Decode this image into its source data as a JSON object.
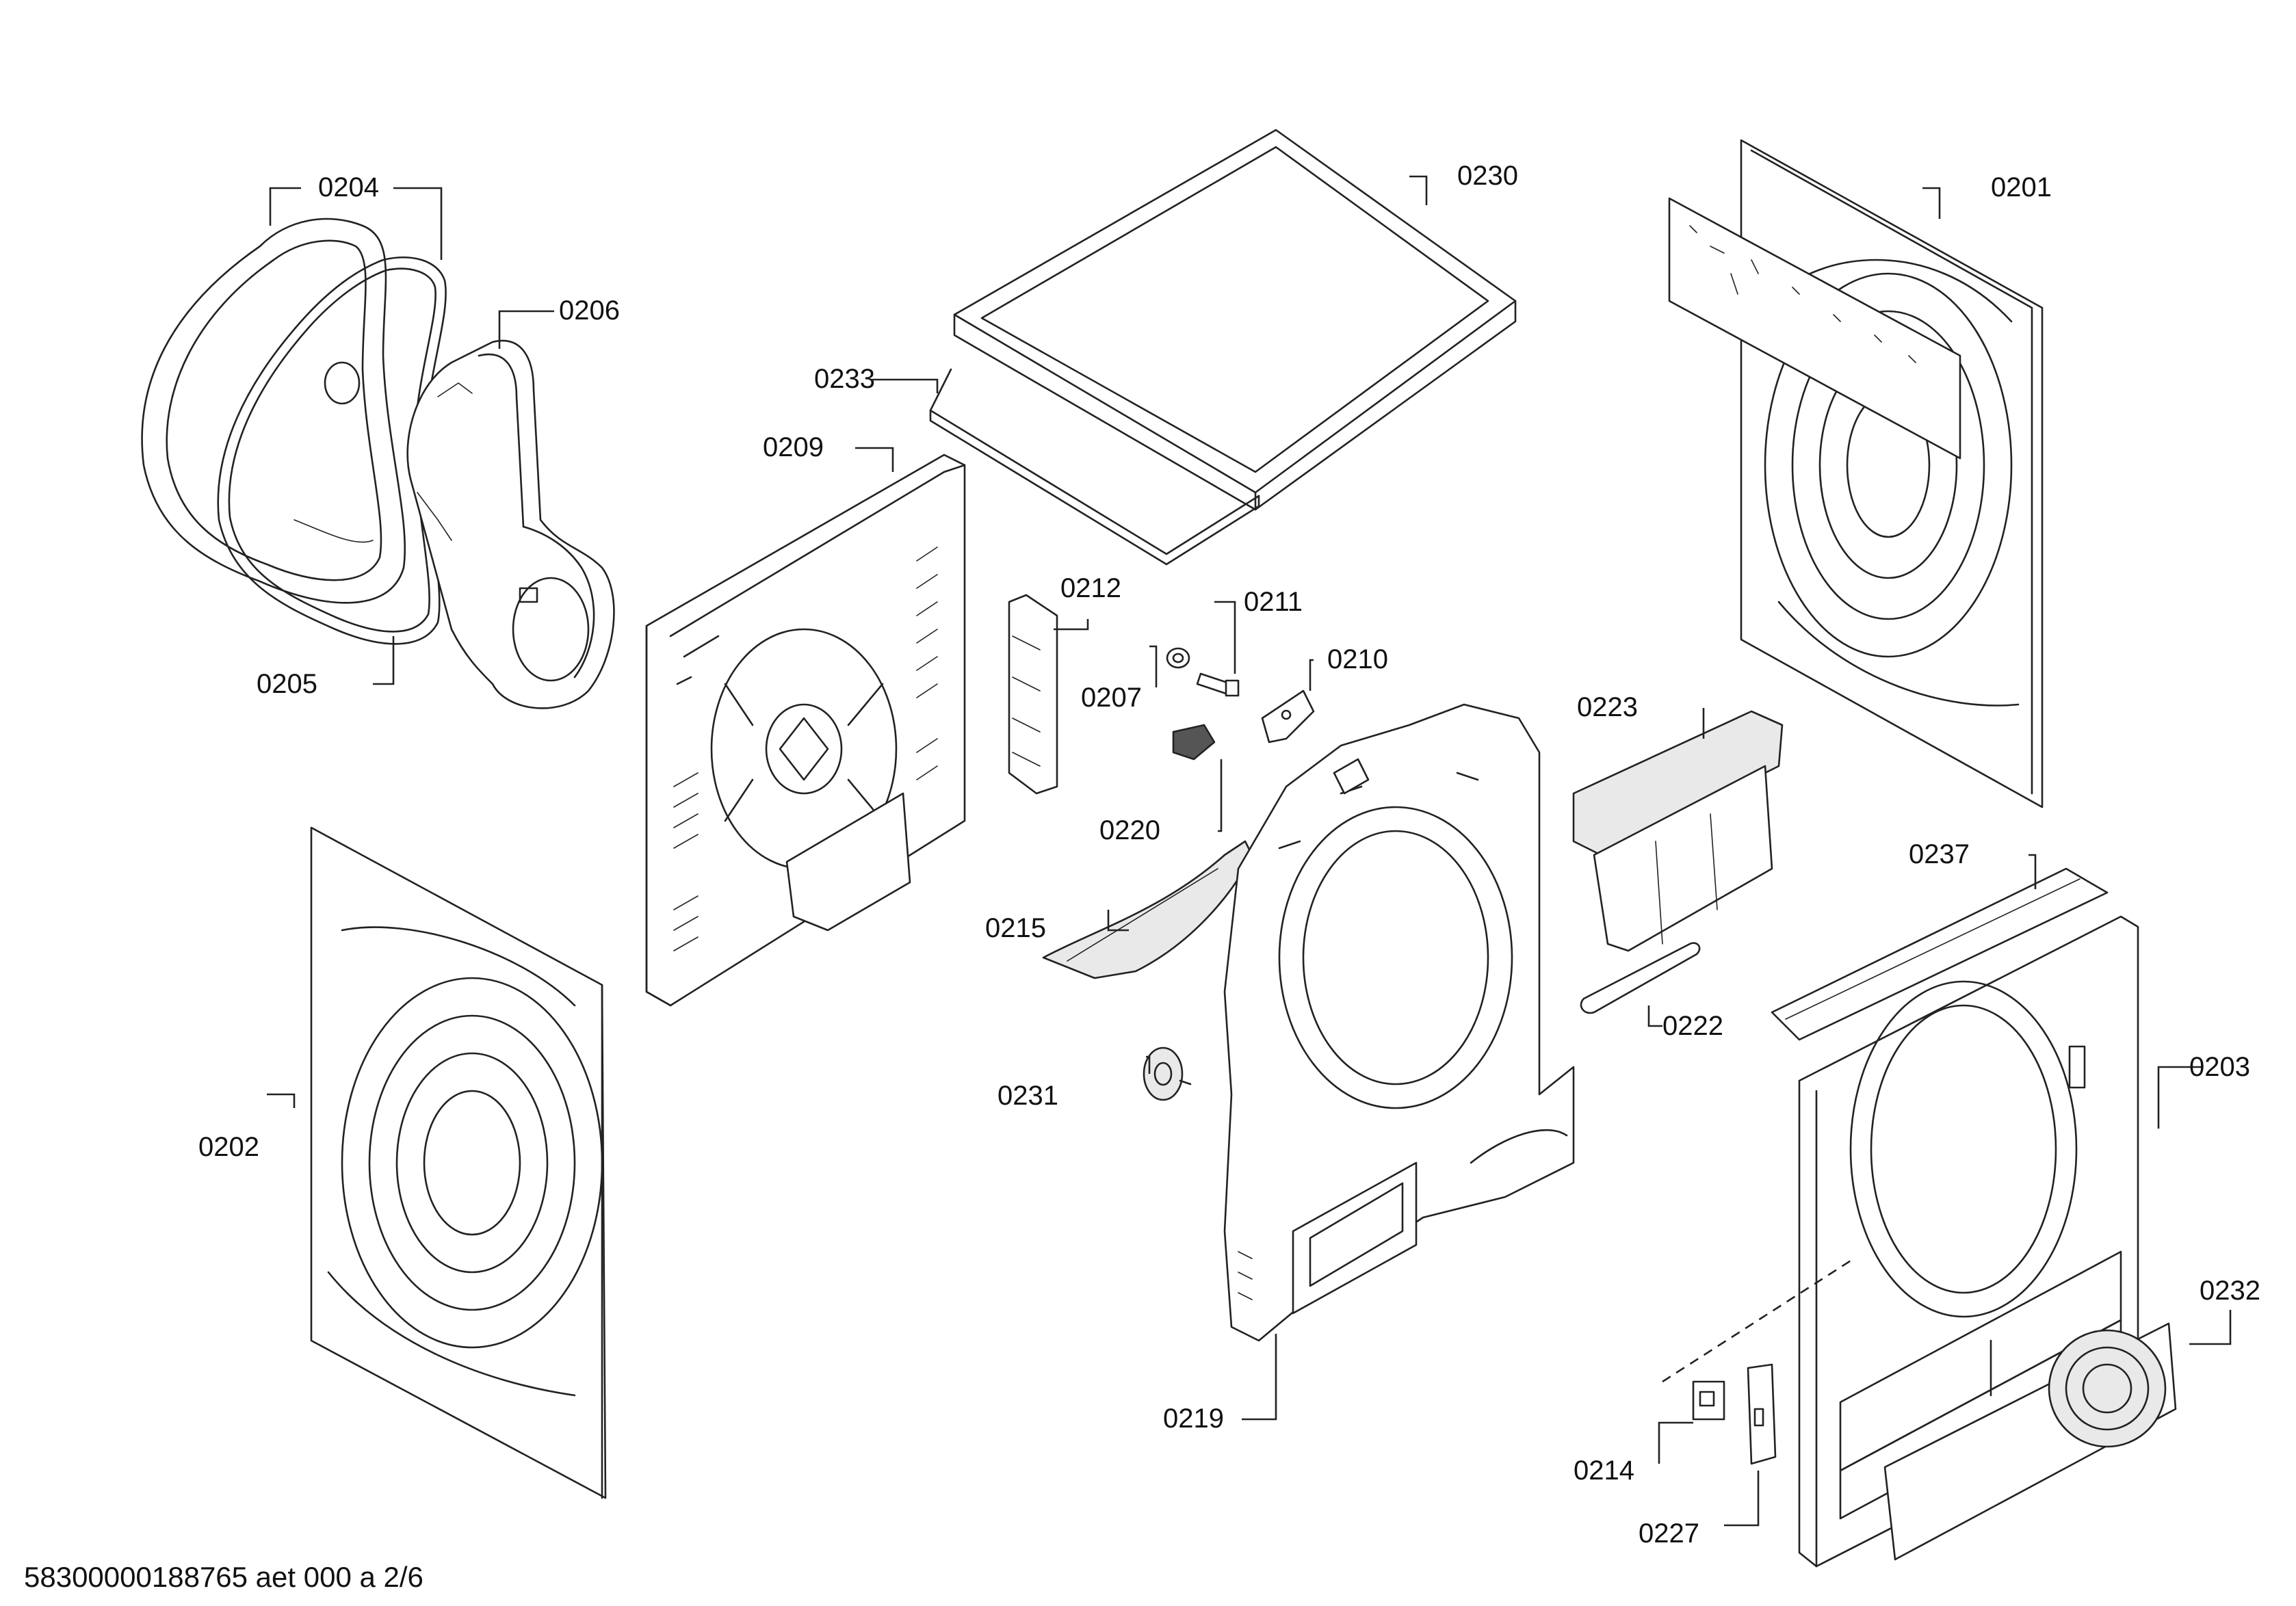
{
  "labels": {
    "p0201": "0201",
    "p0202": "0202",
    "p0203": "0203",
    "p0204": "0204",
    "p0205": "0205",
    "p0206": "0206",
    "p0207": "0207",
    "p0209": "0209",
    "p0210": "0210",
    "p0211": "0211",
    "p0212": "0212",
    "p0214": "0214",
    "p0215": "0215",
    "p0219": "0219",
    "p0220": "0220",
    "p0222": "0222",
    "p0223": "0223",
    "p0227": "0227",
    "p0230": "0230",
    "p0231": "0231",
    "p0232": "0232",
    "p0233": "0233",
    "p0237": "0237"
  },
  "footer": "58300000188765 aet 000 a 2/6"
}
